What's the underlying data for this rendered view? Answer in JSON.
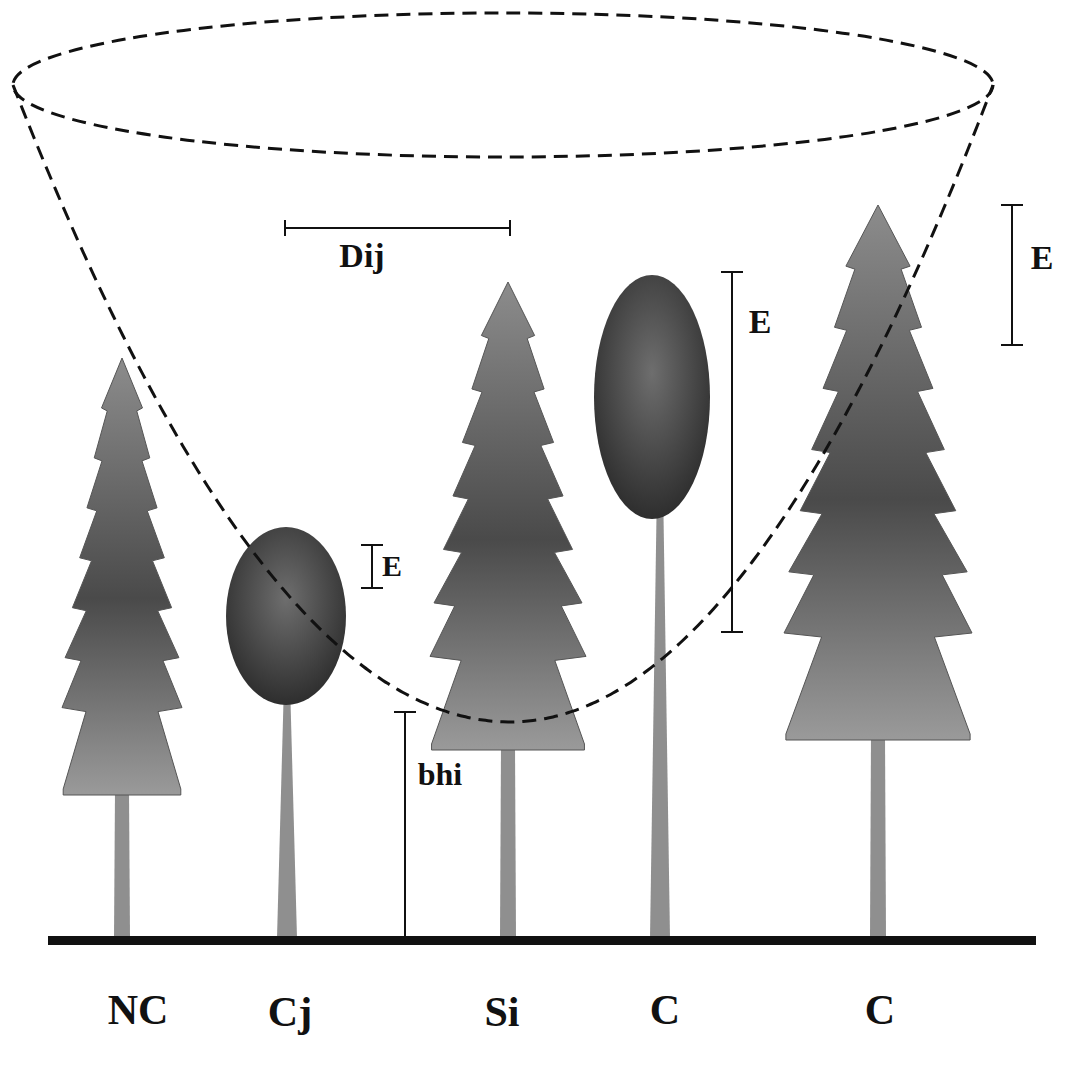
{
  "diagram": {
    "labels": [
      "Dij",
      "E",
      "E",
      "E",
      "bhi",
      "NC",
      "Cj",
      "Si",
      "C",
      "C"
    ]
  }
}
